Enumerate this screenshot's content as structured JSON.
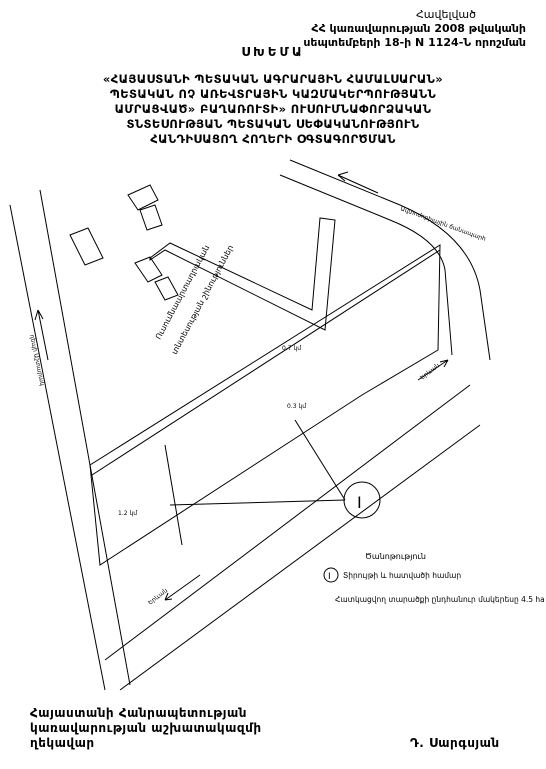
{
  "header": {
    "appendix_line1": "Հավելված",
    "appendix_line2": "ՀՀ կառավարության 2008 թվականի",
    "appendix_line3": "սեպտեմբերի 18-ի N 1124-Ն որոշման"
  },
  "title": "ՍԽԵՄԱ",
  "subtitle": {
    "line1": "«ՀԱՅԱՍՏԱՆԻ ՊԵՏԱԿԱՆ ԱԳՐԱՐԱՅԻՆ ՀԱՄԱԼՍԱՐԱՆ»",
    "line2": "ՊԵՏԱԿԱՆ ՈՉ ԱՌԵՎՏՐԱՅԻՆ ԿԱԶՄԱԿԵՐՊՈՒԹՅԱՆՆ",
    "line3": "ԱՄՐԱՑՎԱԾ» ԲԱՂԱՌՈՒՏԻ» ՈՒՍՈՒՄՆԱՓՈՐՁԱԿԱՆ",
    "line4": "ՏՆՏԵՍՈՒԹՅԱՆ ՊԵՏԱԿԱՆ ՍԵՓԱԿԱՆՈՒԹՅՈՒՆ",
    "line5": "ՀԱՆԴԻՍԱՑՈՂ ՀՈՂԵՐԻ ՕԳՏԱԳՈՐԾՄԱՆ"
  },
  "map": {
    "road_label_top": "Ավտոմոբիլային ճանապարհ",
    "road_label_left": "դեպի Աշտարակ",
    "road_label_bottom_right": "Երևան",
    "road_label_bottom_left": "Երևան",
    "building_label_1": "Ուսումնաարտադրական",
    "building_label_2": "տնտեսության շինություններ",
    "dimension_top": "0.7 կմ",
    "dimension_mid": "0.3 կմ",
    "dimension_left": "1.2 կմ",
    "plot_marker": "I"
  },
  "legend": {
    "title": "Ծանոթություն",
    "item_marker": "I",
    "item_text": "Տիրույթի և հատվածի համար",
    "area_text": "Հատկացվող տարածքի ընդհանուր մակերեսը 4.5 ha"
  },
  "footer": {
    "left_line1": "Հայաստանի Հանրապետության",
    "left_line2": "կառավարության աշխատակազմի",
    "left_line3": "ղեկավար",
    "signature_name": "Դ. Սարգսյան"
  }
}
